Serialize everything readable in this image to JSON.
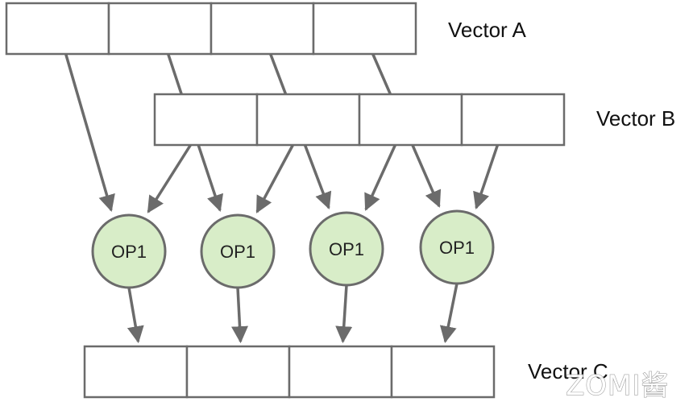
{
  "vectors": {
    "a": {
      "label": "Vector A",
      "cell_count": 4
    },
    "b": {
      "label": "Vector B",
      "cell_count": 4
    },
    "c": {
      "label": "Vector C",
      "cell_count": 4
    }
  },
  "operations": [
    {
      "label": "OP1"
    },
    {
      "label": "OP1"
    },
    {
      "label": "OP1"
    },
    {
      "label": "OP1"
    }
  ],
  "colors": {
    "node_fill": "#d8edc8",
    "stroke": "#6b6b6b",
    "background": "#ffffff"
  },
  "watermark": {
    "text": "ZOMI酱"
  }
}
